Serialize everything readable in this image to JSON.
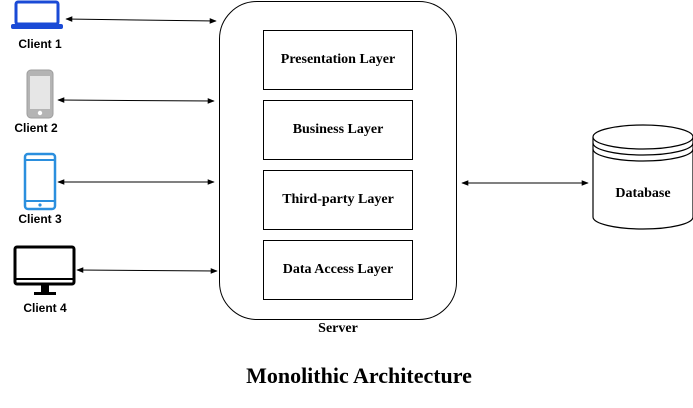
{
  "title": "Monolithic Architecture",
  "clients": [
    {
      "label": "Client 1",
      "icon": "laptop-icon",
      "color": "#1a4ad6"
    },
    {
      "label": "Client 2",
      "icon": "phone-icon",
      "color": "#9e9e9e"
    },
    {
      "label": "Client 3",
      "icon": "tablet-icon",
      "color": "#2b8fde"
    },
    {
      "label": "Client 4",
      "icon": "desktop-monitor-icon",
      "color": "#000000"
    }
  ],
  "server": {
    "label": "Server",
    "layers": [
      "Presentation Layer",
      "Business Layer",
      "Third-party Layer",
      "Data Access Layer"
    ]
  },
  "database": {
    "label": "Database",
    "icon": "database-cylinder-icon"
  }
}
